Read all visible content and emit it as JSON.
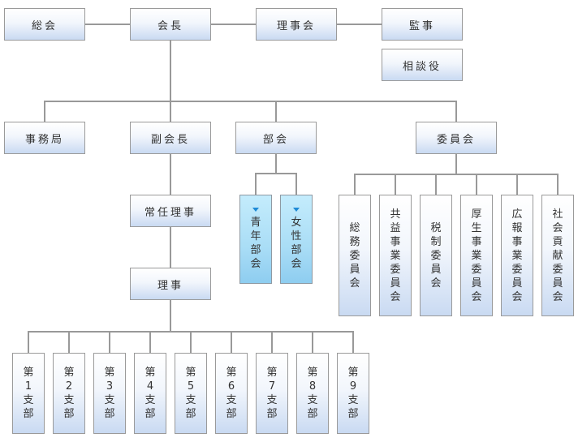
{
  "diagram": {
    "type": "org-chart",
    "colors": {
      "line": "#999999",
      "box_border": "#9a9a9a",
      "box_gradient_bottom": "#c9daf2",
      "highlight_gradient": "#a9ddf6",
      "triangle": "#1e8ad6"
    },
    "top_row": {
      "general_assembly": "総会",
      "president": "会長",
      "board": "理事会",
      "auditor": "監事",
      "advisor": "相談役"
    },
    "second_row": {
      "secretariat": "事務局",
      "vice_president": "副会長",
      "divisions": "部会",
      "committees": "委員会"
    },
    "executive_director": "常任理事",
    "director": "理事",
    "division_items": [
      {
        "label": "青年部会",
        "has_dropdown": true
      },
      {
        "label": "女性部会",
        "has_dropdown": true
      }
    ],
    "committee_items": [
      "総務委員会",
      "共益事業委員会",
      "税制委員会",
      "厚生事業委員会",
      "広報事業委員会",
      "社会貢献委員会"
    ],
    "branches": [
      "第1支部",
      "第2支部",
      "第3支部",
      "第4支部",
      "第5支部",
      "第6支部",
      "第7支部",
      "第8支部",
      "第9支部"
    ]
  }
}
